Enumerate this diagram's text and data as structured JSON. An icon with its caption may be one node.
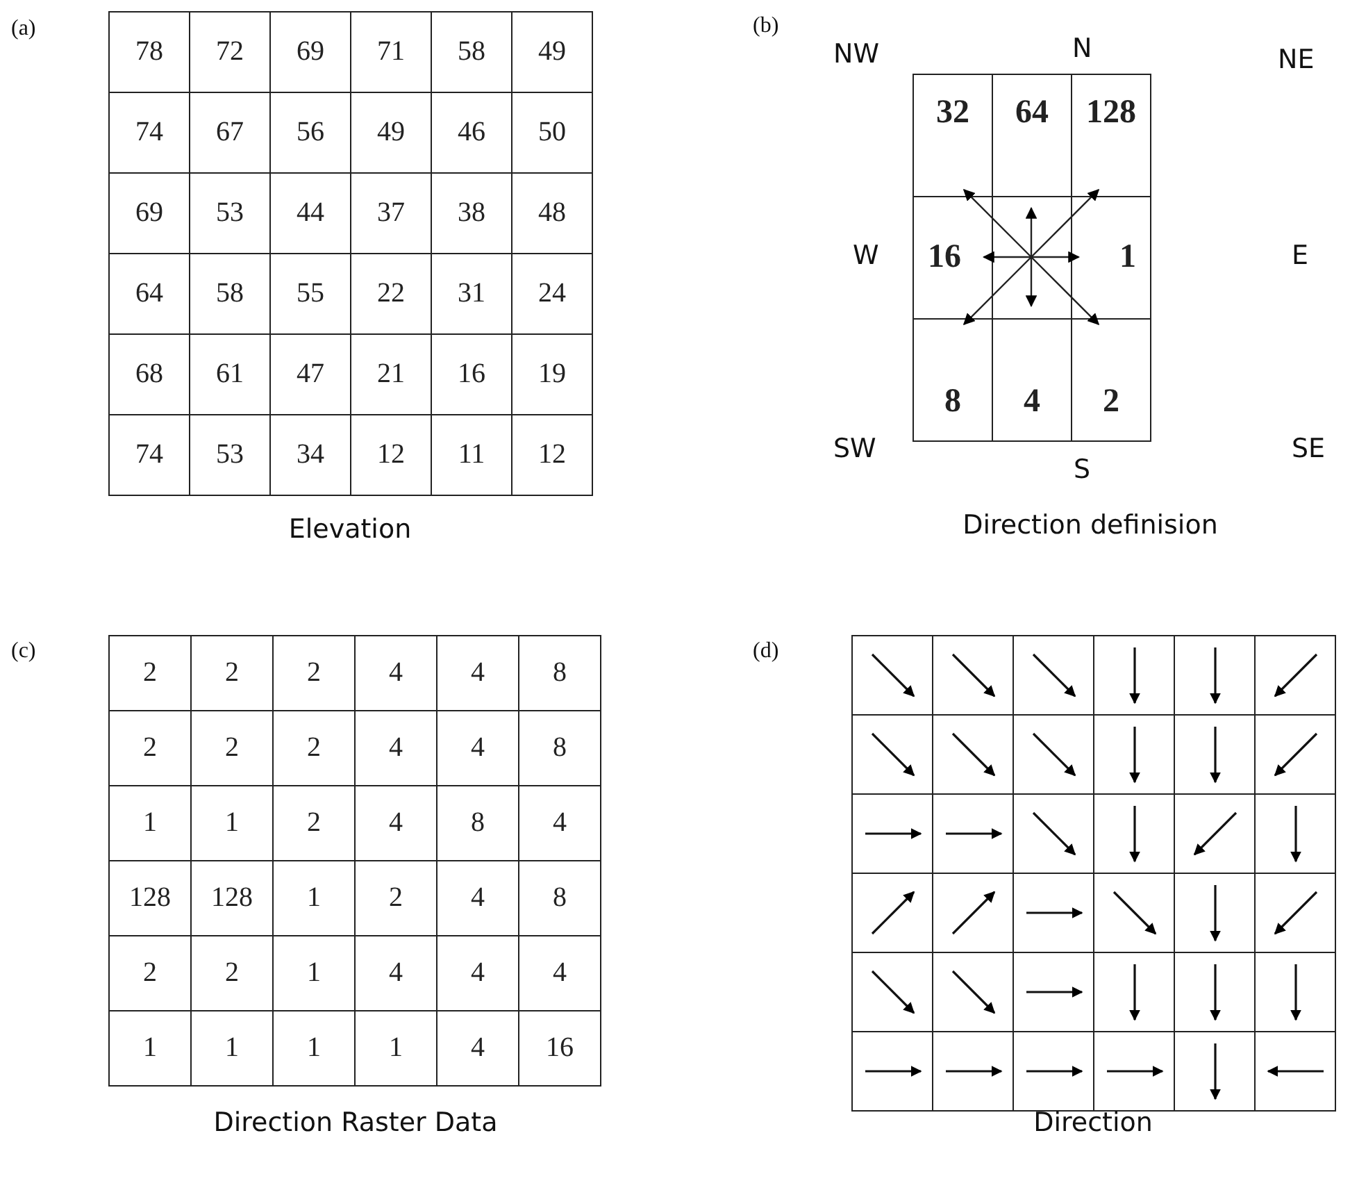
{
  "diagram": {
    "labels": [
      "(a)",
      "78",
      "72",
      "69",
      "71",
      "58",
      "49",
      "74",
      "67",
      "56",
      "49",
      "46",
      "50",
      "69",
      "53",
      "44",
      "37",
      "38",
      "48",
      "64",
      "58",
      "55",
      "22",
      "31",
      "24",
      "68",
      "61",
      "47",
      "21",
      "16",
      "19",
      "74",
      "53",
      "34",
      "12",
      "11",
      "12",
      "Elevation",
      "(b)",
      "NW",
      "N",
      "NE",
      "32",
      "64",
      "128",
      "W",
      "16",
      "1",
      "E",
      "8",
      "4",
      "2",
      "SW",
      "S",
      "SE",
      "Direction definision",
      "(c)",
      "2",
      "2",
      "2",
      "4",
      "4",
      "8",
      "2",
      "2",
      "2",
      "4",
      "4",
      "8",
      "1",
      "1",
      "2",
      "4",
      "8",
      "4",
      "128",
      "128",
      "1",
      "2",
      "4",
      "8",
      "2",
      "2",
      "1",
      "4",
      "4",
      "4",
      "1",
      "1",
      "1",
      "1",
      "4",
      "16",
      "Direction Raster Data",
      "(d)",
      "Direction"
    ]
  }
}
